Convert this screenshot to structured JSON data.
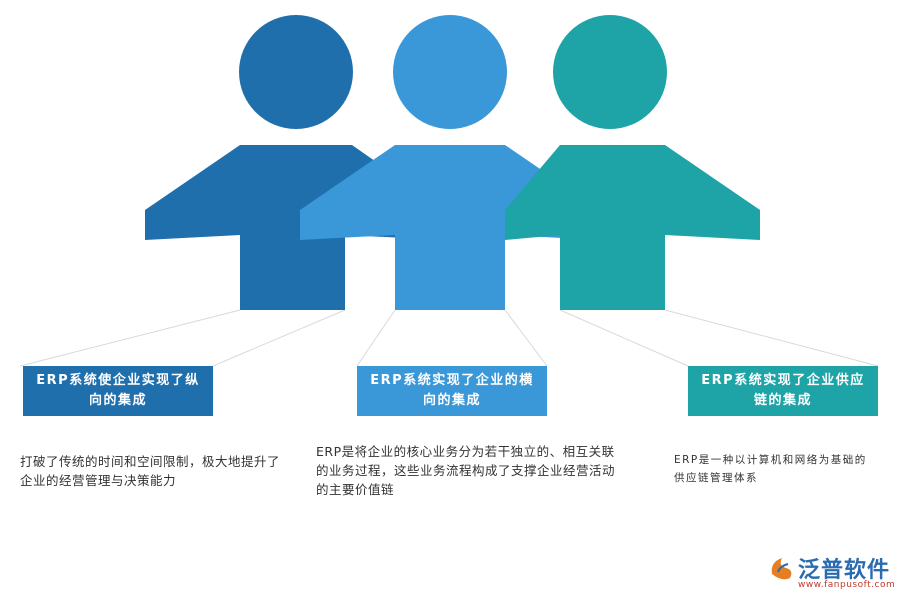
{
  "figures": [
    {
      "title": "ERP系统使企业实现了纵向的集成",
      "description": "打破了传统的时间和空间限制，极大地提升了企业的经营管理与决策能力",
      "color": "#1f6fad"
    },
    {
      "title": "ERP系统实现了企业的横向的集成",
      "description": "ERP是将企业的核心业务分为若干独立的、相互关联的业务过程，这些业务流程构成了支撑企业经营活动的主要价值链",
      "color": "#3a98d9"
    },
    {
      "title": "ERP系统实现了企业供应链的集成",
      "description": "ERP是一种以计算机和网络为基础的供应链管理体系",
      "color": "#1ea3a7"
    }
  ],
  "logo": {
    "brand": "泛普软件",
    "url": "www.fanpusoft.com"
  },
  "icons": [
    "person-icon",
    "logo-icon"
  ]
}
